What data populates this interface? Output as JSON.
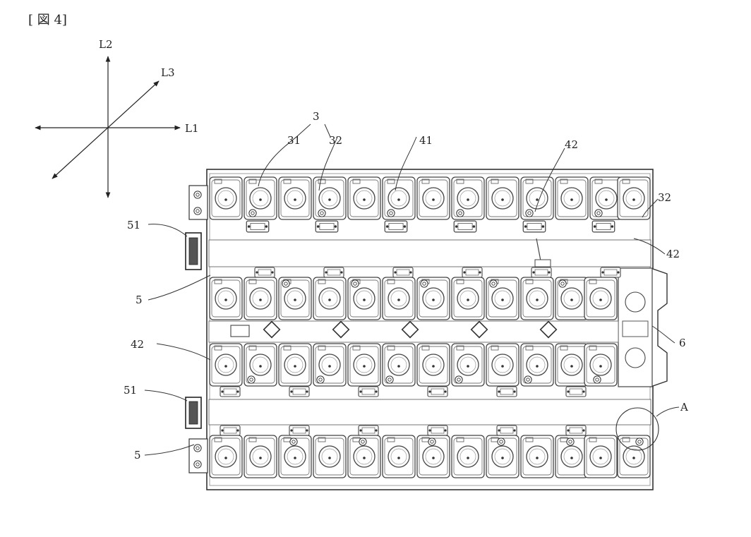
{
  "figure": {
    "title": "[ 図 4]"
  },
  "axes": {
    "L1": "L1",
    "L2": "L2",
    "L3": "L3"
  },
  "labels": {
    "l3_group": "3",
    "l31": "31",
    "l32_top": "32",
    "l41": "41",
    "l42_top": "42",
    "l32_right": "32",
    "l42_right": "42",
    "l51_top": "51",
    "l5_mid": "5",
    "l42_left": "42",
    "l6": "6",
    "l51_bottom": "51",
    "lA": "A",
    "l5_bottom": "5"
  }
}
